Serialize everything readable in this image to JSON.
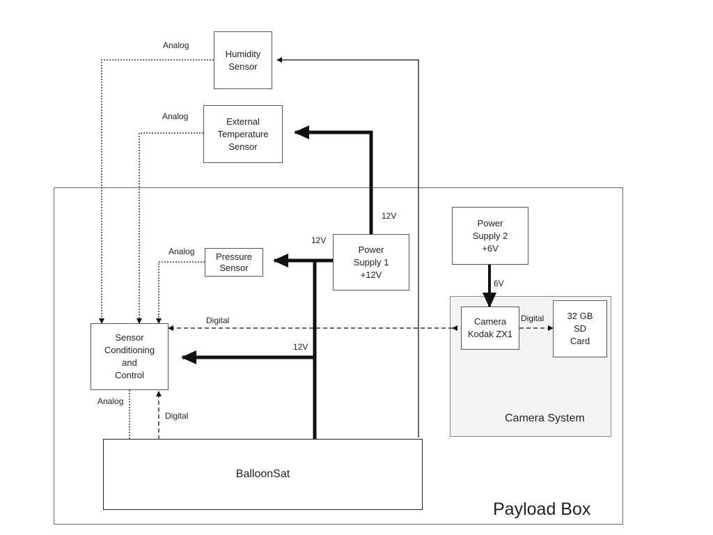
{
  "regions": {
    "payload_box": "Payload Box",
    "camera_system": "Camera System"
  },
  "blocks": {
    "humidity": "Humidity\nSensor",
    "ext_temp": "External\nTemperature\nSensor",
    "pressure": "Pressure\nSensor",
    "power1": "Power\nSupply 1\n+12V",
    "power2": "Power\nSupply 2\n+6V",
    "sensor_cond": "Sensor\nConditioning\nand\nControl",
    "camera": "Camera\nKodak ZX1",
    "sd_card": "32 GB\nSD\nCard",
    "balloonsat": "BalloonSat"
  },
  "signals": {
    "analog": "Analog",
    "digital": "Digital",
    "v12": "12V",
    "v6": "6V"
  }
}
